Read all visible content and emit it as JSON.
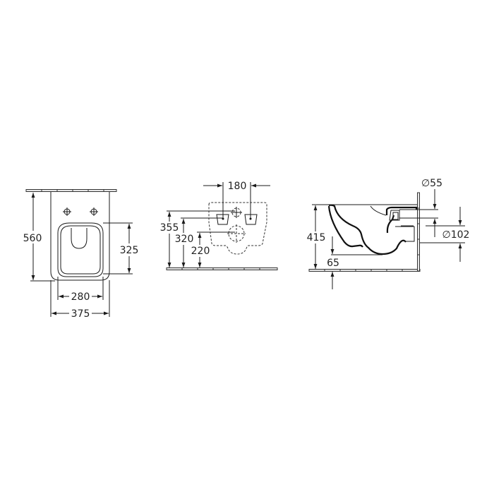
{
  "drawing": {
    "type": "technical dimension drawing",
    "subject": "wall-hung toilet",
    "units": "mm",
    "colors": {
      "line": "#1a1a1a",
      "background": "#ffffff",
      "plate_fill": "#e8e8e8"
    }
  },
  "views": {
    "front": {
      "name": "front view",
      "dimensions": {
        "total_height": "560",
        "seat_depth": "325",
        "seat_width": "280",
        "total_width": "375"
      }
    },
    "rear": {
      "name": "rear / fixing view",
      "dimensions": {
        "fixing_spacing": "180",
        "frame_height": "355",
        "fixing_height": "320",
        "outlet_height": "220"
      }
    },
    "side": {
      "name": "side view",
      "dimensions": {
        "total_height": "415",
        "water_inlet_diameter": "∅55",
        "outlet_diameter": "∅102",
        "bowl_clearance": "65"
      }
    }
  }
}
